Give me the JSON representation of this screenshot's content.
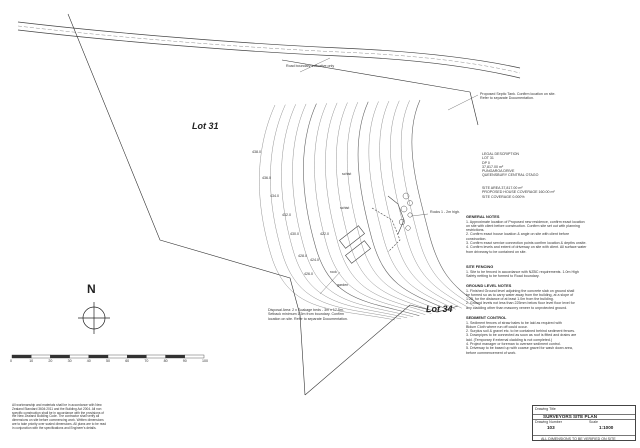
{
  "lots": {
    "lot_31": "Lot 31",
    "lot_34": "Lot 34"
  },
  "plan_labels": {
    "road_boundary": "Road boundary indicative only",
    "septic_note": "Proposed Septic Tank. Confirm location on site. Refer to separate Documentation.",
    "disposal_note": "Disposal Area: 2 x Soakage beds - 3m x 17.5m. Setback minimum 1.5m from boundary. Confirm location on site. Refer to separate Documentation.",
    "rocks_note": "Rocks 1 - 2m high.",
    "schist_1": "schist",
    "schist_2": "schist",
    "garden": "garden",
    "rock": "rock",
    "contour_labels": [
      "438.0",
      "436.0",
      "434.0",
      "432.0",
      "430.0",
      "428.0",
      "426.0",
      "424.0",
      "422.0"
    ]
  },
  "legal_description": {
    "heading": "LEGAL DESCRIPTION",
    "lines": [
      "LOT 31",
      "DP 0",
      "37,817.00 m²",
      "PUNGAROA DRIVE",
      "QUEENSBURY CENTRAL OTAGO"
    ]
  },
  "site_area": {
    "lines": [
      "SITE AREA 37,817.00 m²",
      "PROPOSED HOUSE COVERAGE 160.00 m²",
      "SITE COVERAGE 0.000%"
    ]
  },
  "general_notes": {
    "heading": "GENERAL NOTES",
    "lines": [
      "1.   Approximate location of Proposed new residence, confirm exact location",
      "      on site with client before construction. Confirm site set out with planning",
      "      restrictions.",
      "2.   Confirm exact house location & angle on site with client before",
      "      construction.",
      "3.   Confirm exact service connection points confirm location & depths onsite.",
      "4.   Confirm levels and extent of driveway on site with client. All surface water",
      "      from driveway to be contained on site."
    ]
  },
  "site_fencing": {
    "heading": "SITE FENCING",
    "lines": [
      "1.   Site to be fenced in accordance with NZBC requirements. 1.0m High",
      "      Safety netting to be formed to Road boundary."
    ]
  },
  "ground_level_notes": {
    "heading": "GROUND LEVEL NOTES",
    "lines": [
      "1.   Finished Ground level adjoining the concrete slab on ground shall",
      "      be formed so as to carry water away from the building, at a slope of",
      "      1:25, for the distance of at least 1.0m from the building.",
      "2.   Ground levels not less than 225mm below floor level floor level for",
      "      any cladding other than masonry veneer to unprotected ground."
    ]
  },
  "sediment_control": {
    "heading": "SEDIMENT CONTROL",
    "lines": [
      "1.   Sediment fences of straw bales to be laid as required with",
      "      Bidum Cloth where run off could occur.",
      "2.   Surplus soil & gravel etc. to be contained behind sediment fences.",
      "3.   Downpipes to be connected as soon as roof is fitted and drains are",
      "      laid. (Temporary if external cladding is not completed.)",
      "4.   Project manager or foreman to oversee sediment control.",
      "5.   Driveway to be based up with coarse gravel for wash down area,",
      "      before commencement of work."
    ]
  },
  "north_arrow": {
    "letter": "N"
  },
  "scale_bar": {
    "ticks": [
      "0",
      "10",
      "20",
      "30",
      "40",
      "50",
      "60",
      "70",
      "80",
      "90",
      "100"
    ]
  },
  "bottom_note": {
    "lines": [
      "All workmanship and materials shall be in accordance with New",
      "Zealand Standard 3604:2011 and the Building Act 2004. All non",
      "specific construction shall be in accordance with the provisions of",
      "the New Zealand Building Code. The contractor shall verify all",
      "dimensions on site before commencing work. Written dimensions",
      "are to take priority over scaled dimensions. All plans are to be read",
      "in conjunction with the specifications and Engineer's details."
    ]
  },
  "title_block": {
    "drawing_title_label": "Drawing Title",
    "drawing_title": "SURVEYORS SITE PLAN",
    "drawing_number_label": "Drawing Number",
    "drawing_number": "103",
    "scale_label": "Scale",
    "scale": "1:1000",
    "footer": "ALL DIMENSIONS TO BE VERIFIED ON SITE"
  }
}
